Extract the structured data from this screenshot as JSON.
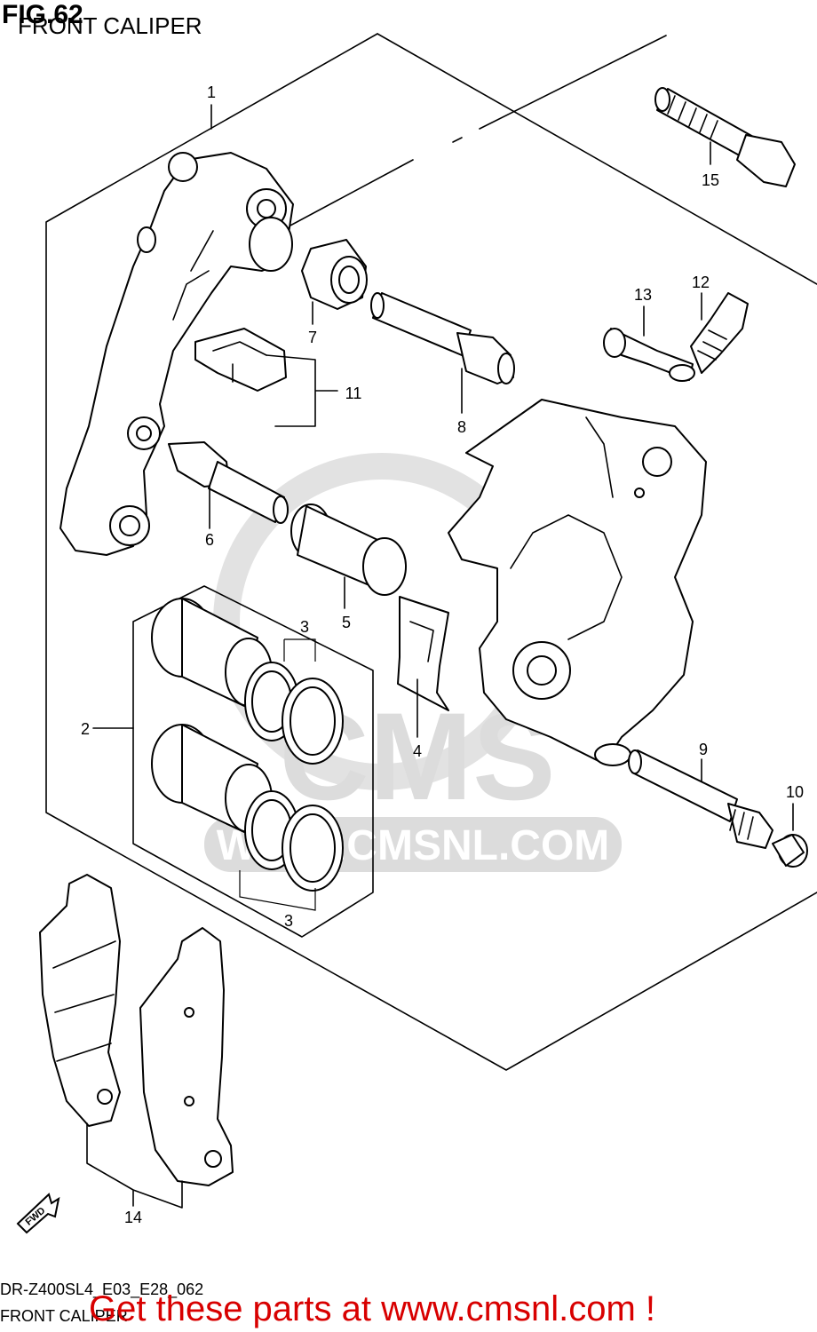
{
  "header": {
    "fig_label": "FIG.62",
    "title": "FRONT CALIPER"
  },
  "footer": {
    "model_code": "DR-Z400SL4_E03_E28_062",
    "caption": "FRONT CALIPER",
    "call_to_action": "Get these parts at www.cmsnl.com !"
  },
  "watermark": {
    "brand": "CMS",
    "url": "WWW.CMSNL.COM"
  },
  "direction_arrow": {
    "label": "FWD"
  },
  "callouts": [
    "1",
    "2",
    "3",
    "3",
    "4",
    "5",
    "6",
    "7",
    "8",
    "9",
    "10",
    "11",
    "12",
    "13",
    "14",
    "15"
  ],
  "colors": {
    "line": "#000000",
    "background": "#ffffff",
    "watermark": "#d9d9d9",
    "cta": "#d80000"
  }
}
